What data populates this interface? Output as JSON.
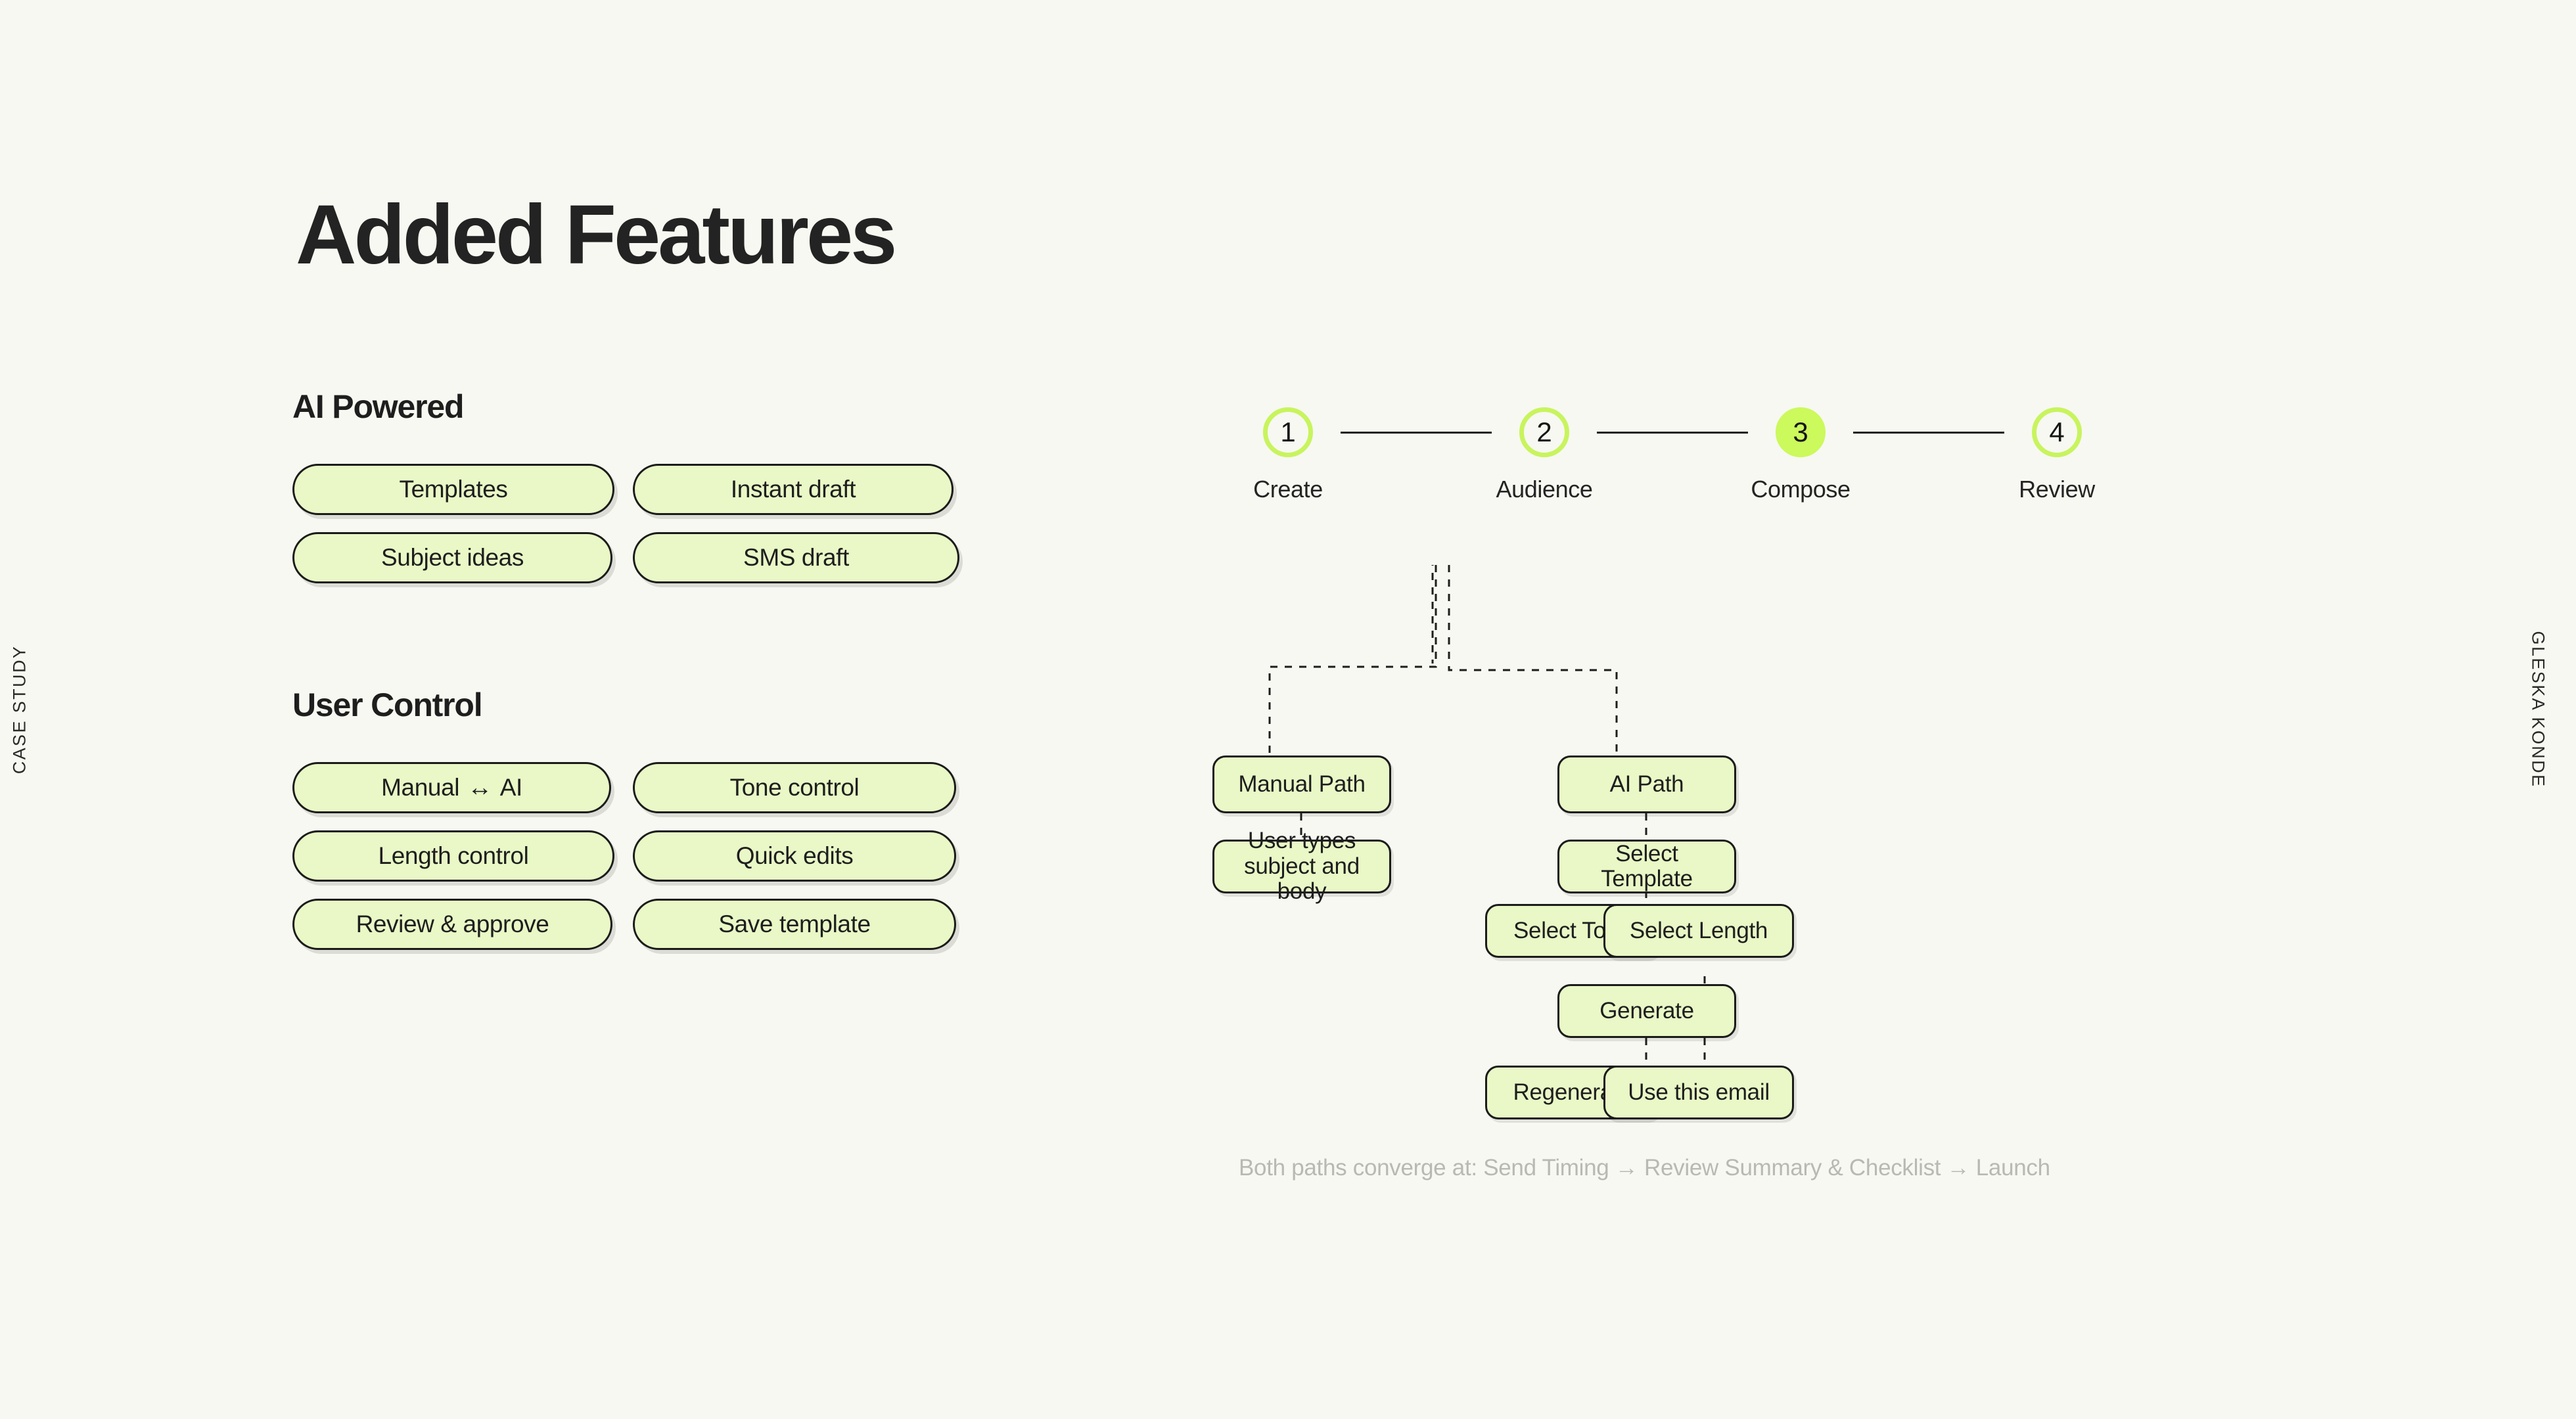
{
  "meta": {
    "side_label_left": "CASE STUDY",
    "side_label_right": "GLESKA KONDE",
    "page_title": "Added Features",
    "background_color": "#F7F8F1",
    "chip_fill": "#E9F8C6",
    "chip_border": "#1B1B1B",
    "accent_lime": "#CCF95C",
    "accent_ring": "#C8F45E",
    "text_color": "#232323",
    "muted_text_color": "#B8B9B3"
  },
  "groups": [
    {
      "heading": "AI Powered",
      "chips": [
        {
          "label": "Templates"
        },
        {
          "label": "Instant draft"
        },
        {
          "label": "Subject ideas"
        },
        {
          "label": "SMS draft"
        }
      ]
    },
    {
      "heading": "User Control",
      "chips": [
        {
          "label_before": "Manual",
          "arrow": "↔",
          "label_after": "AI"
        },
        {
          "label": "Tone control"
        },
        {
          "label": "Length control"
        },
        {
          "label": "Quick edits"
        },
        {
          "label": "Review & approve"
        },
        {
          "label": "Save template"
        }
      ]
    }
  ],
  "stepper": {
    "steps": [
      {
        "number": "1",
        "label": "Create",
        "active": false
      },
      {
        "number": "2",
        "label": "Audience",
        "active": false
      },
      {
        "number": "3",
        "label": "Compose",
        "active": true
      },
      {
        "number": "4",
        "label": "Review",
        "active": false
      }
    ]
  },
  "flow": {
    "nodes": [
      {
        "id": "manual-path",
        "label": "Manual Path"
      },
      {
        "id": "user-types",
        "label": "User types subject and body"
      },
      {
        "id": "ai-path",
        "label": "AI Path"
      },
      {
        "id": "select-template",
        "label": "Select Template"
      },
      {
        "id": "select-tone",
        "label": "Select Tone"
      },
      {
        "id": "select-length",
        "label": "Select Length"
      },
      {
        "id": "generate",
        "label": "Generate"
      },
      {
        "id": "regenerate",
        "label": "Regenerate"
      },
      {
        "id": "use-this-email",
        "label": "Use this email"
      }
    ],
    "note": "Both paths converge at: Send Timing → Review Summary & Checklist → Launch"
  }
}
